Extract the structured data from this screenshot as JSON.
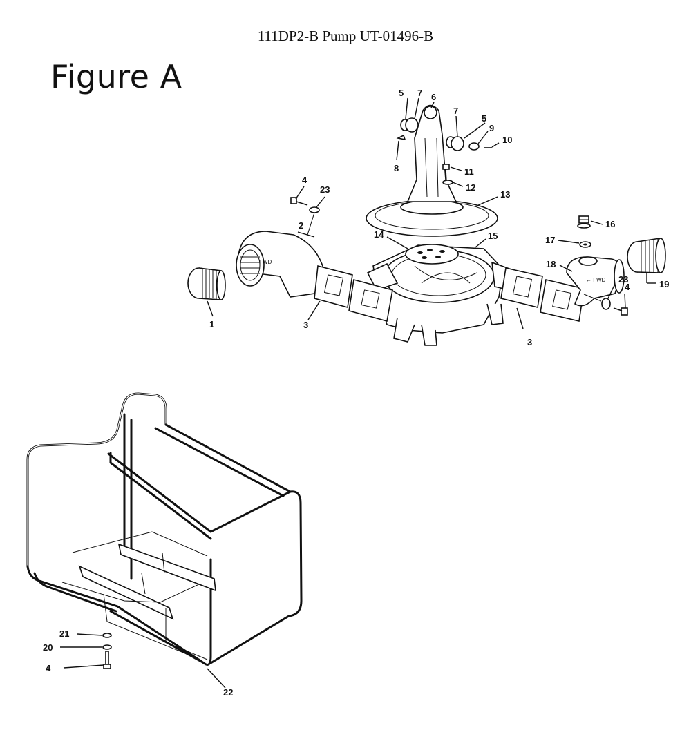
{
  "header": {
    "doc_title": "111DP2-B Pump UT-01496-B",
    "figure_title": "Figure A"
  },
  "callouts": {
    "c1": "1",
    "c2": "2",
    "c3a": "3",
    "c3b": "3",
    "c4a": "4",
    "c4b": "4",
    "c4c": "4",
    "c5a": "5",
    "c5b": "5",
    "c6": "6",
    "c7a": "7",
    "c7b": "7",
    "c8": "8",
    "c9": "9",
    "c10": "10",
    "c11": "11",
    "c12": "12",
    "c13": "13",
    "c14": "14",
    "c15": "15",
    "c16": "16",
    "c17": "17",
    "c18": "18",
    "c19": "19",
    "c20": "20",
    "c21": "21",
    "c22": "22",
    "c23a": "23",
    "c23b": "23"
  },
  "icons": {
    "pump": "pump-assembly-drawing",
    "frame": "tubular-frame-drawing"
  }
}
